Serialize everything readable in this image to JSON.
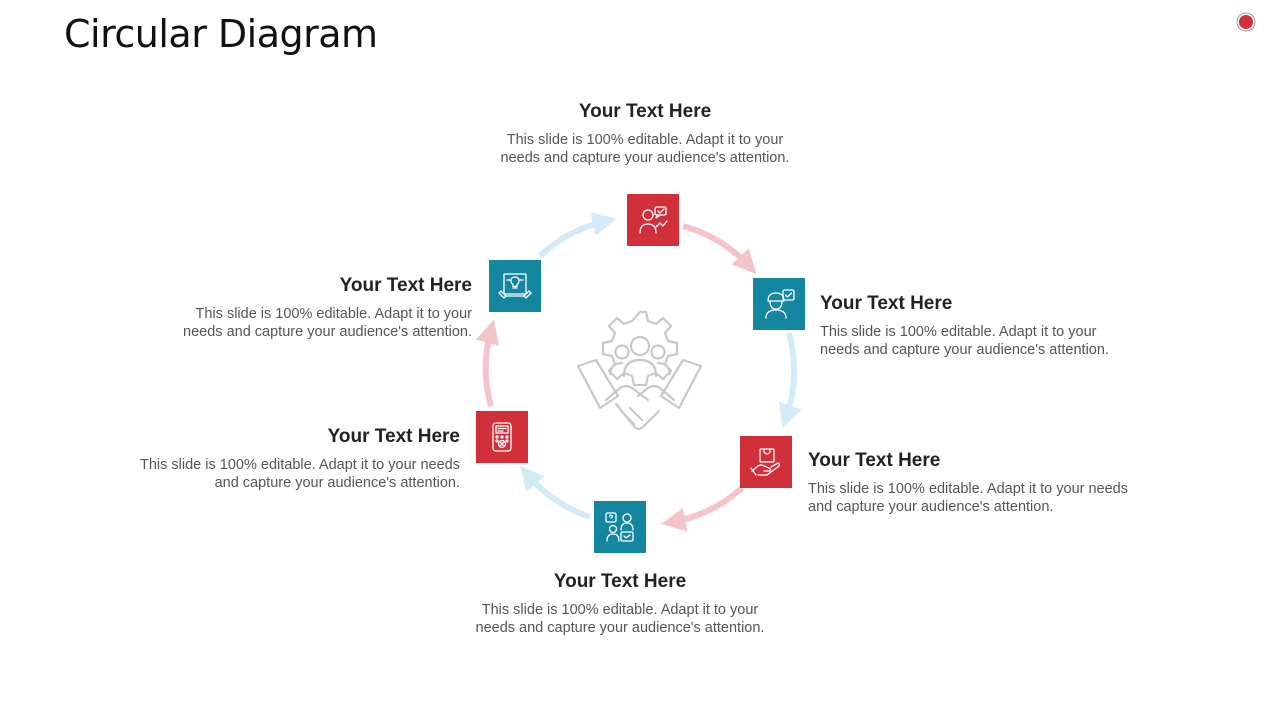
{
  "slide": {
    "title": "Circular Diagram"
  },
  "colors": {
    "red": "#d12f3a",
    "teal": "#14869f",
    "arrow_red": "#f3c5c8",
    "arrow_blue": "#d3eaf7",
    "center_icon": "#c8c8c8"
  },
  "center_icon": "gear-people-handshake-icon",
  "items": [
    {
      "heading": "Your Text Here",
      "body_line1": "This slide is 100% editable. Adapt it to your",
      "body_line2": "needs and capture your audience's attention.",
      "icon": "person-feedback-icon",
      "color": "red"
    },
    {
      "heading": "Your Text Here",
      "body_line1": "This slide is 100% editable. Adapt it to your",
      "body_line2": "needs and capture your audience's attention.",
      "icon": "worker-checkmark-icon",
      "color": "teal"
    },
    {
      "heading": "Your Text Here",
      "body_line1": "This slide is 100% editable. Adapt it to your needs",
      "body_line2": "and capture your audience's attention.",
      "icon": "hand-shopping-bag-icon",
      "color": "red"
    },
    {
      "heading": "Your Text Here",
      "body_line1": "This slide is 100% editable. Adapt it to your",
      "body_line2": "needs and capture your audience's attention.",
      "icon": "customer-support-icon",
      "color": "teal"
    },
    {
      "heading": "Your Text Here",
      "body_line1": "This slide is 100% editable. Adapt it to your needs",
      "body_line2": "and capture your audience's attention.",
      "icon": "card-terminal-icon",
      "color": "red"
    },
    {
      "heading": "Your Text Here",
      "body_line1": "This slide is 100% editable. Adapt it to your",
      "body_line2": "needs and capture your audience's attention.",
      "icon": "idea-blueprint-icon",
      "color": "teal"
    }
  ]
}
